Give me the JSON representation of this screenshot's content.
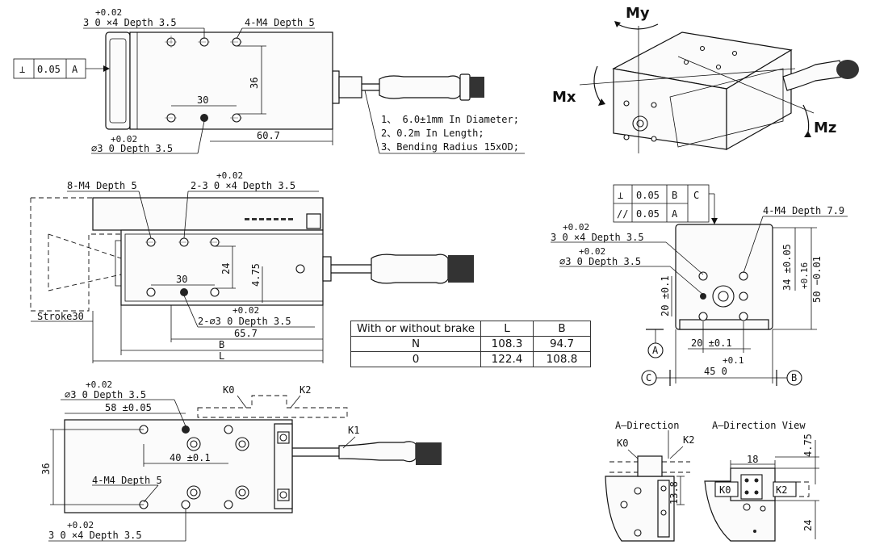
{
  "top_view": {
    "tol_hole_plus": "+0.02",
    "tol_hole_text": "3  0   ×4 Depth 3.5",
    "tapped_holes": "4-M4 Depth 5",
    "flatness_symbol": "⊥",
    "flatness_value": "0.05",
    "flatness_datum": "A",
    "dim_36": "36",
    "dim_30": "30",
    "dim_60_7": "60.7",
    "pin_tol_plus": "+0.02",
    "pin_hole_text": "∅3  0    Depth 3.5",
    "cable_notes": [
      "1、 6.0±1mm In Diameter;",
      "2、0.2m In Length;",
      "3、Bending Radius 15xOD;"
    ]
  },
  "moment_view": {
    "my": "My",
    "mx": "Mx",
    "mz": "Mz"
  },
  "side_view": {
    "tapped_holes": "8-M4 Depth 5",
    "tol_plus": "+0.02",
    "tol_hole_text": "2-3  0   ×4 Depth 3.5",
    "stroke": "Stroke30",
    "dim_30": "30",
    "dim_24": "24",
    "dim_4_75": "4.75",
    "pin_tol_plus": "+0.02",
    "pin_hole_text": "2-∅3  0    Depth 3.5",
    "dim_65_7": "65.7",
    "dim_B": "B",
    "dim_L": "L"
  },
  "brake_table": {
    "headers": [
      "With or without brake",
      "L",
      "B"
    ],
    "rows": [
      [
        "N",
        "108.3",
        "94.7"
      ],
      [
        "0",
        "122.4",
        "108.8"
      ]
    ]
  },
  "end_view": {
    "fcf1_symbol": "⊥",
    "fcf1_value": "0.05",
    "fcf1_datum1": "B",
    "fcf1_datum2": "C",
    "fcf2_symbol": "//",
    "fcf2_value": "0.05",
    "fcf2_datum": "A",
    "tapped_holes": "4-M4 Depth 7.9",
    "tol_plus": "+0.02",
    "tol_hole_text": "3  0   ×4 Depth 3.5",
    "pin_tol_plus": "+0.02",
    "pin_hole_text": "∅3  0    Depth 3.5",
    "dim_34": "34 ±0.05",
    "dim_50_plus": "+0.16",
    "dim_50_main": "50 −0.01",
    "dim_20_v": "20 ±0.1",
    "dim_20_h": "20 ±0.1",
    "dim_45_plus": "+0.1",
    "dim_45_main": "45  0",
    "datum_a": "A",
    "datum_b": "B",
    "datum_c": "C"
  },
  "bottom_view": {
    "pin_tol_plus": "+0.02",
    "pin_hole_text": "∅3  0    Depth 3.5",
    "dim_58": "58 ±0.05",
    "dim_36": "36",
    "dim_40": "40 ±0.1",
    "tapped_holes": "4-M4 Depth 5",
    "tol_plus": "+0.02",
    "tol_hole_text": "3  0   ×4 Depth 3.5",
    "k0": "K0",
    "k1": "K1",
    "k2": "K2"
  },
  "detail_view": {
    "dir_label": "A—Direction",
    "dir_view_label": "A—Direction View",
    "k0": "K0",
    "k2": "K2",
    "dim_18": "18",
    "dim_4_75": "4.75",
    "dim_13_8": "13.8",
    "dim_24": "24"
  }
}
